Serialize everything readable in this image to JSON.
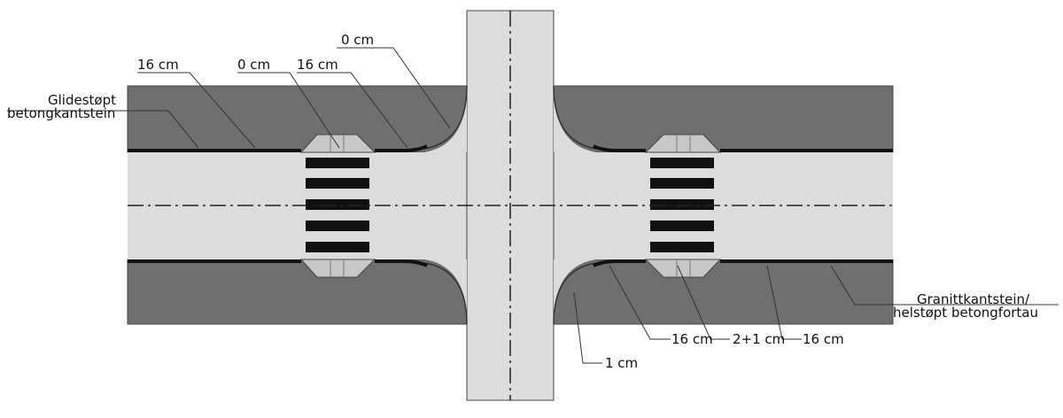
{
  "labels": {
    "glidestopt_line1": "Glidestøpt",
    "glidestopt_line2": "betongkantstein",
    "top_16cm_left": "16 cm",
    "top_0cm_island": "0 cm",
    "top_16cm_right": "16 cm",
    "top_0cm_corner": "0 cm",
    "granitt_line1": "Granittkantstein/",
    "granitt_line2": "helstøpt betongfortau",
    "bottom_16cm_left": "16 cm",
    "bottom_2plus1cm": "2+1 cm",
    "bottom_16cm_right": "16 cm",
    "bottom_1cm": "1 cm"
  },
  "colors": {
    "sidewalk": "#6f6f6f",
    "road": "#dcdcdc",
    "island": "#c8c8c8",
    "curb": "#111111",
    "crossing_bar": "#111111",
    "leader": "#333333"
  }
}
